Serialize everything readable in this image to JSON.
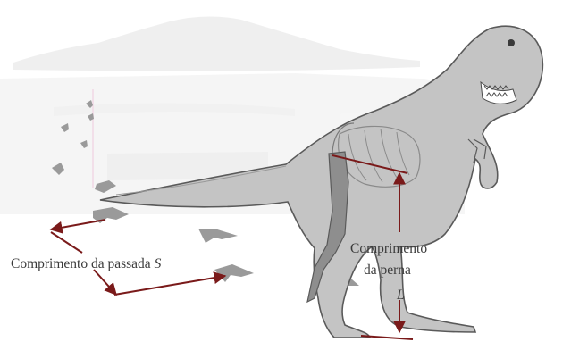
{
  "labels": {
    "stride_length_text": "Comprimento da passada",
    "stride_length_variable": "S",
    "leg_length_line1": "Comprimento",
    "leg_length_line2": "da perna",
    "leg_length_variable": "L"
  },
  "colors": {
    "arrow": "#7a1a1a",
    "dinosaur_body": "#c4c4c4",
    "dinosaur_outline": "#5a5a5a",
    "leg_bone": "#8e8e8e",
    "background_faded": "#e9e9e9",
    "footprint": "#9a9a9a"
  },
  "icons": {
    "dinosaur": "t-rex-skeleton-icon",
    "footprint": "three-toed-footprint-icon"
  }
}
